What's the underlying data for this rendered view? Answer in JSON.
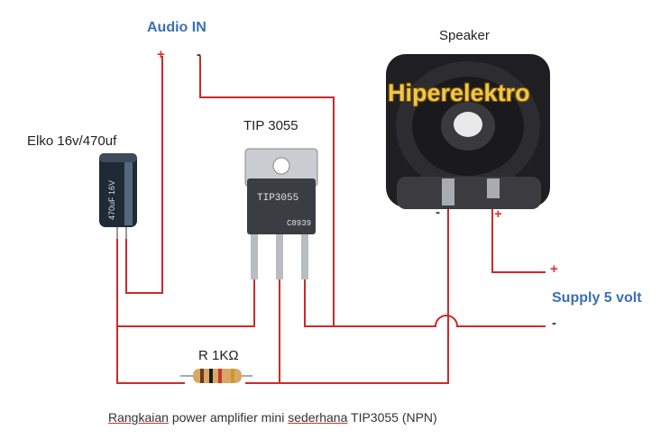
{
  "labels": {
    "audio_in": "Audio IN",
    "audio_plus": "+",
    "audio_minus": "-",
    "elko": "Elko 16v/470uf",
    "transistor": "TIP 3055",
    "transistor_marking": "TIP3055",
    "transistor_code": "C8939",
    "speaker": "Speaker",
    "watermark": "Hiperelektro",
    "speaker_minus": "-",
    "speaker_plus": "+",
    "supply_plus": "+",
    "supply": "Supply 5 volt",
    "supply_minus": "-",
    "resistor": "R 1KΩ",
    "capacitor_marking": "470uF 16V"
  },
  "caption": {
    "w1": "Rangkaian",
    "w2": " power amplifier mini ",
    "w3": "sederhana",
    "w4": " TIP3055 (NPN)"
  },
  "colors": {
    "wire": "#cc2a2a",
    "accent_blue": "#3b6fb6",
    "watermark": "#f0c64a"
  }
}
